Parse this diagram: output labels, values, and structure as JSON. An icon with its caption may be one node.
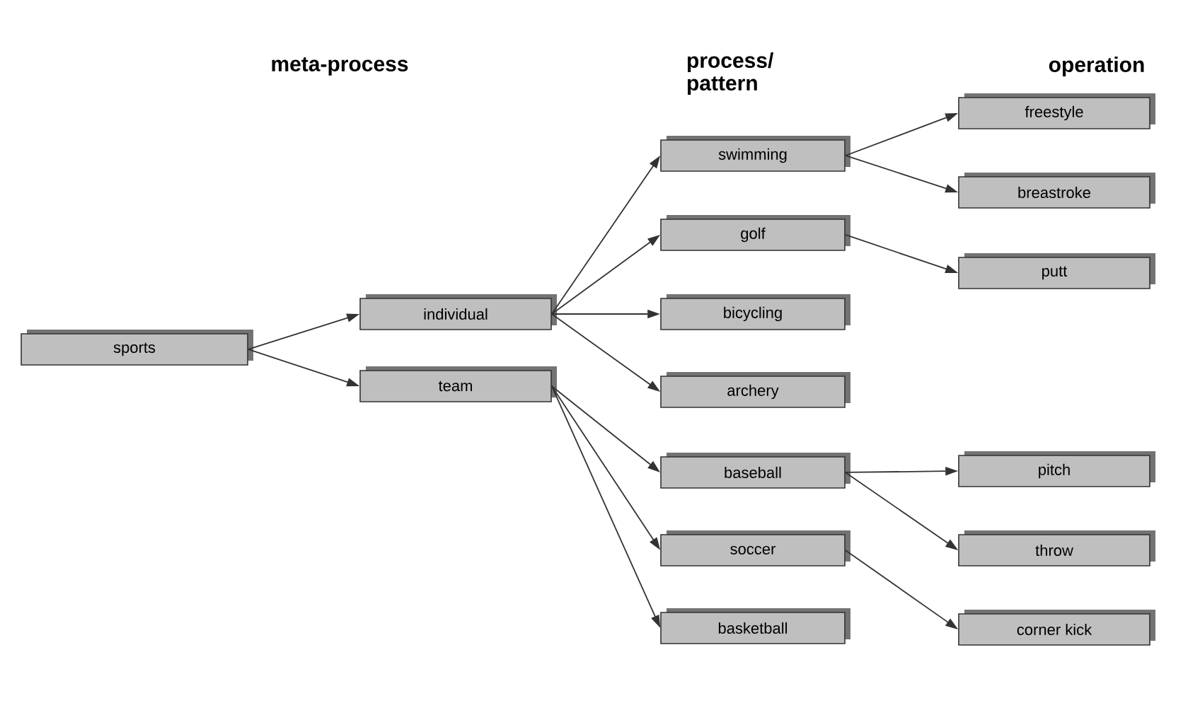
{
  "diagram": {
    "nodes": [
      {
        "text": [
          "sports"
        ]
      },
      {
        "text": [
          "individual"
        ]
      },
      {
        "text": [
          "team"
        ]
      },
      {
        "text": [
          "swimming"
        ]
      },
      {
        "text": [
          "golf"
        ]
      },
      {
        "text": [
          "bicycling"
        ]
      },
      {
        "text": [
          "archery"
        ]
      },
      {
        "text": [
          "baseball"
        ]
      },
      {
        "text": [
          "soccer"
        ]
      },
      {
        "text": [
          "basketball"
        ]
      },
      {
        "text": [
          "freestyle"
        ]
      },
      {
        "text": [
          "breastroke"
        ]
      },
      {
        "text": [
          "putt"
        ]
      },
      {
        "text": [
          "pitch"
        ]
      },
      {
        "text": [
          "throw"
        ]
      },
      {
        "text": [
          "corner kick"
        ]
      }
    ],
    "edges": [
      {
        "from": 0,
        "to": 1,
        "arrow": "to"
      },
      {
        "from": 0,
        "to": 2,
        "arrow": "to"
      },
      {
        "from": 1,
        "to": 3,
        "arrow": "to"
      },
      {
        "from": 1,
        "to": 4,
        "arrow": "to"
      },
      {
        "from": 1,
        "to": 5,
        "arrow": "to"
      },
      {
        "from": 1,
        "to": 6,
        "arrow": "to"
      },
      {
        "from": 2,
        "to": 7,
        "arrow": "to"
      },
      {
        "from": 2,
        "to": 8,
        "arrow": "to"
      },
      {
        "from": 2,
        "to": 9,
        "arrow": "to"
      },
      {
        "from": 3,
        "to": 10,
        "arrow": "to"
      },
      {
        "from": 3,
        "to": 11,
        "arrow": "to"
      },
      {
        "from": 4,
        "to": 12,
        "arrow": "to"
      },
      {
        "from": 7,
        "to": 13,
        "arrow": "to"
      },
      {
        "from": 7,
        "to": 14,
        "arrow": "to"
      },
      {
        "from": 8,
        "to": 15,
        "arrow": "to"
      }
    ],
    "labels": [
      "meta-process",
      "process/ pattern",
      "operation"
    ]
  }
}
